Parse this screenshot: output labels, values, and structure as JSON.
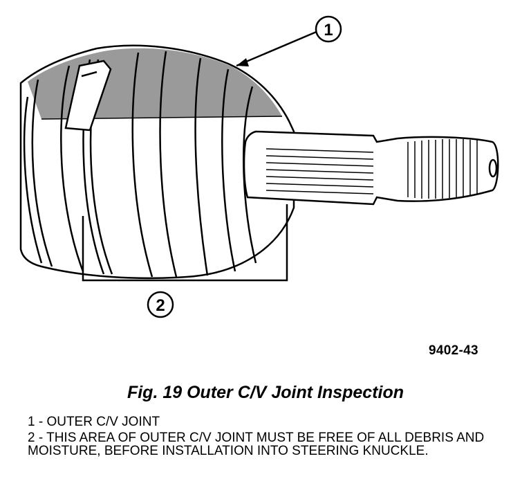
{
  "figure": {
    "callouts": [
      {
        "number": "1"
      },
      {
        "number": "2"
      }
    ],
    "figure_id": "9402-43",
    "caption": "Fig. 19 Outer C/V Joint Inspection",
    "legend": [
      {
        "text": "1 - OUTER C/V JOINT"
      },
      {
        "text": "2 - THIS AREA OF OUTER C/V JOINT MUST BE FREE OF ALL DEBRIS AND MOISTURE, BEFORE INSTALLATION INTO STEERING KNUCKLE."
      }
    ]
  }
}
